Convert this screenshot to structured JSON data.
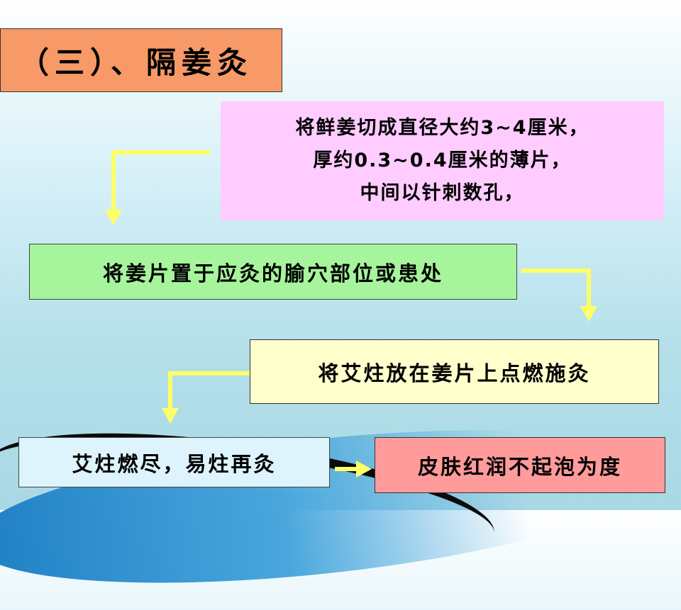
{
  "title": "（三）、隔姜灸",
  "steps": {
    "prepare": {
      "line1": "将鲜姜切成直径大约3~4厘米，",
      "line2": "厚约0.3~0.4厘米的薄片，",
      "line3": "中间以针刺数孔，"
    },
    "place": "将姜片置于应灸的腧穴部位或患处",
    "ignite": "将艾炷放在姜片上点燃施灸",
    "repeat": "艾炷燃尽，易炷再灸",
    "endpoint": "皮肤红润不起泡为度"
  },
  "colors": {
    "arrow": "#ffff66",
    "title_bg": "#f79a68",
    "prepare_bg": "#ffccff",
    "place_bg": "#a6f59c",
    "ignite_bg": "#ffffcc",
    "repeat_bg": "#def4fc",
    "endpoint_bg": "#ff9b9b"
  }
}
